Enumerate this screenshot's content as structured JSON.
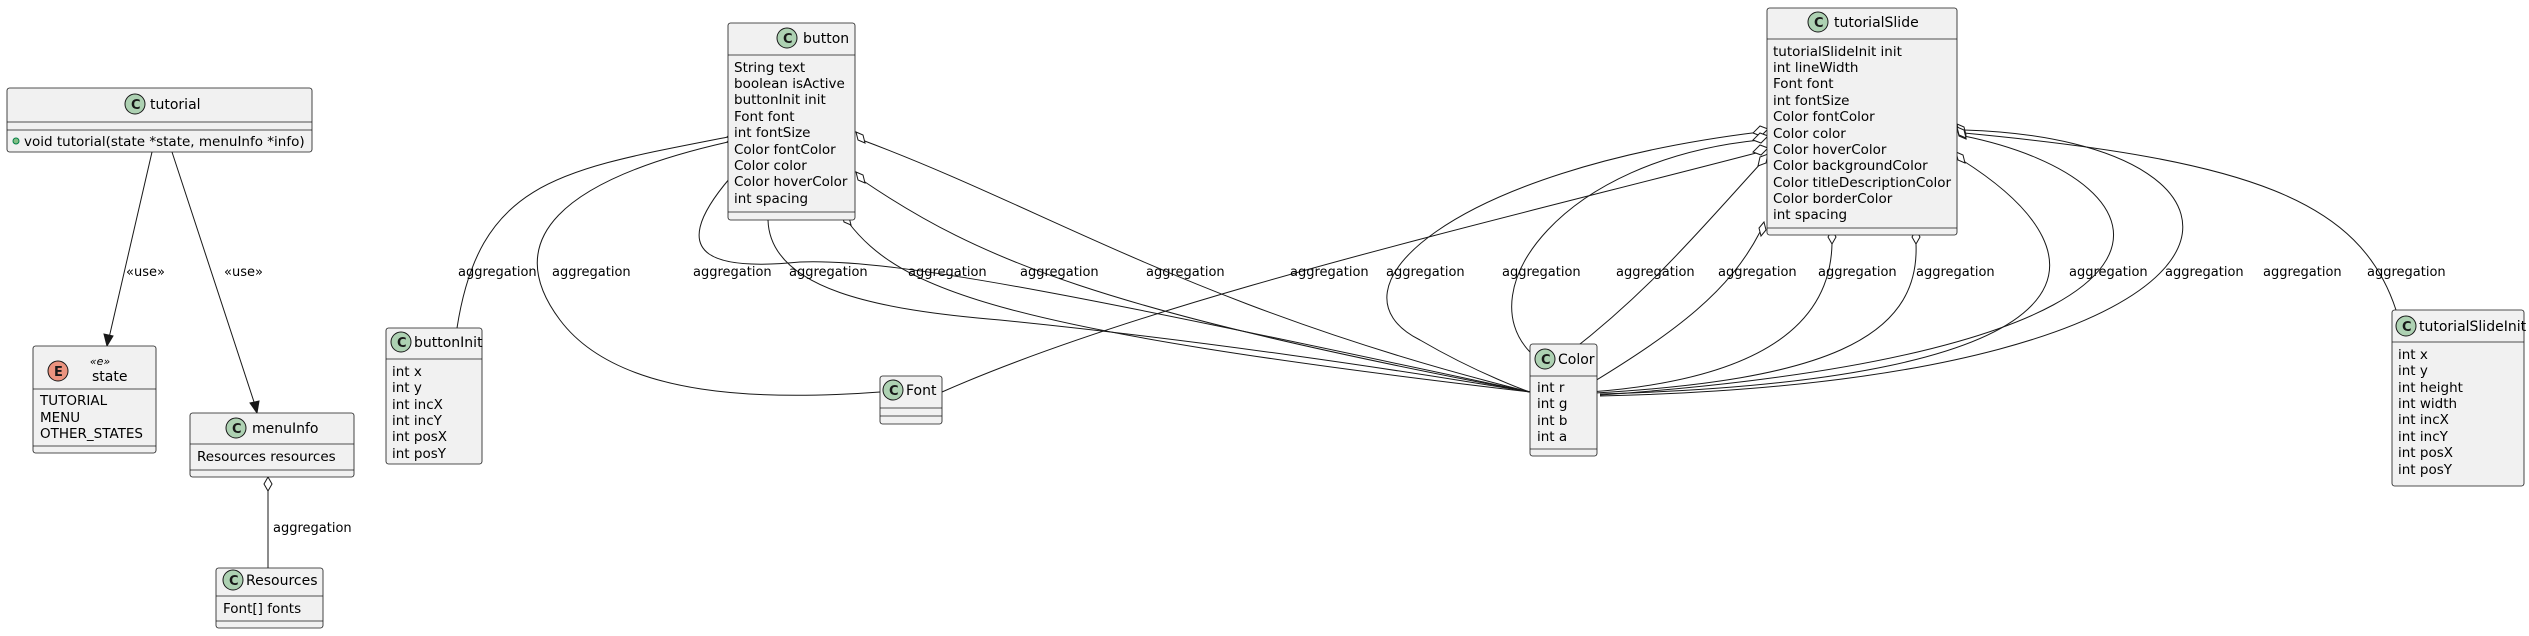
{
  "classes": {
    "tutorial": {
      "name": "tutorial",
      "kind": "C",
      "methods": [
        "void tutorial(state *state, menuInfo *info)"
      ]
    },
    "state": {
      "name": "state",
      "kind": "E",
      "stereotype": "«e»",
      "members": [
        "TUTORIAL",
        "MENU",
        "OTHER_STATES"
      ]
    },
    "menuInfo": {
      "name": "menuInfo",
      "kind": "C",
      "members": [
        "Resources resources"
      ]
    },
    "Resources": {
      "name": "Resources",
      "kind": "C",
      "members": [
        "Font[] fonts"
      ]
    },
    "button": {
      "name": "button",
      "kind": "C",
      "members": [
        "String text",
        "boolean isActive",
        "buttonInit init",
        "Font font",
        "int fontSize",
        "Color fontColor",
        "Color color",
        "Color hoverColor",
        "int spacing"
      ]
    },
    "buttonInit": {
      "name": "buttonInit",
      "kind": "C",
      "members": [
        "int x",
        "int y",
        "int incX",
        "int incY",
        "int posX",
        "int posY"
      ]
    },
    "Font": {
      "name": "Font",
      "kind": "C",
      "members": []
    },
    "Color": {
      "name": "Color",
      "kind": "C",
      "members": [
        "int r",
        "int g",
        "int b",
        "int a"
      ]
    },
    "tutorialSlide": {
      "name": "tutorialSlide",
      "kind": "C",
      "members": [
        "tutorialSlideInit init",
        "int lineWidth",
        "Font font",
        "int fontSize",
        "Color fontColor",
        "Color color",
        "Color hoverColor",
        "Color backgroundColor",
        "Color titleDescriptionColor",
        "Color borderColor",
        "int spacing"
      ]
    },
    "tutorialSlideInit": {
      "name": "tutorialSlideInit",
      "kind": "C",
      "members": [
        "int x",
        "int y",
        "int height",
        "int width",
        "int incX",
        "int incY",
        "int posX",
        "int posY"
      ]
    }
  },
  "relations": {
    "use_label": "«use»",
    "aggregation_label": "aggregation"
  },
  "colors": {
    "class_fill": "#f1f1f1",
    "class_badge": "#add1b2",
    "enum_badge": "#eb937f",
    "line": "#181818"
  }
}
